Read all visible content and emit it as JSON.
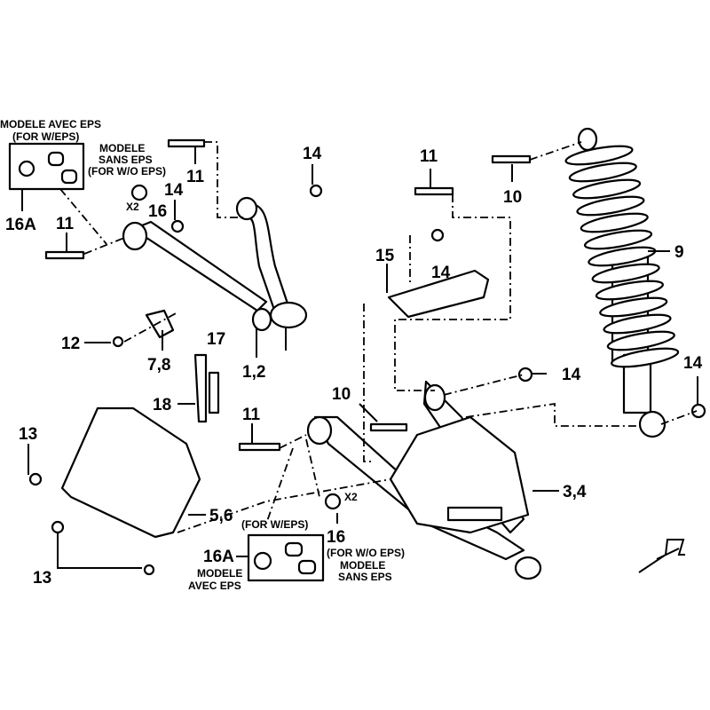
{
  "diagram": {
    "title": "Front suspension exploded parts diagram",
    "labels": {
      "with_eps_top_fr": "MODELE AVEC EPS",
      "with_eps_top_en": "(FOR W/EPS)",
      "without_eps_top_fr1": "MODELE",
      "without_eps_top_fr2": "SANS EPS",
      "without_eps_top_en": "(FOR W/O EPS)",
      "p16a_top": "16A",
      "x2_top": "X2",
      "p16_top": "16",
      "p14_a": "14",
      "p11_a": "11",
      "p11_b": "11",
      "p14_b": "14",
      "p11_c": "11",
      "p10_a": "10",
      "p9": "9",
      "p15": "15",
      "p14_c": "14",
      "p12": "12",
      "p7_8": "7,8",
      "p1_2": "1,2",
      "p17": "17",
      "p18": "18",
      "p10_b": "10",
      "p14_d": "14",
      "p14_e": "14",
      "p11_d": "11",
      "p13_a": "13",
      "p3_4": "3,4",
      "p5_6": "5,6",
      "x2_bottom": "X2",
      "p16_bottom": "16",
      "with_eps_bottom_en": "(FOR W/EPS)",
      "p16a_bottom": "16A",
      "with_eps_bottom_fr1": "MODELE",
      "with_eps_bottom_fr2": "AVEC EPS",
      "without_eps_bottom_en": "(FOR W/O EPS)",
      "without_eps_bottom_fr1": "MODELE",
      "without_eps_bottom_fr2": "SANS EPS",
      "p13_b": "13"
    }
  }
}
